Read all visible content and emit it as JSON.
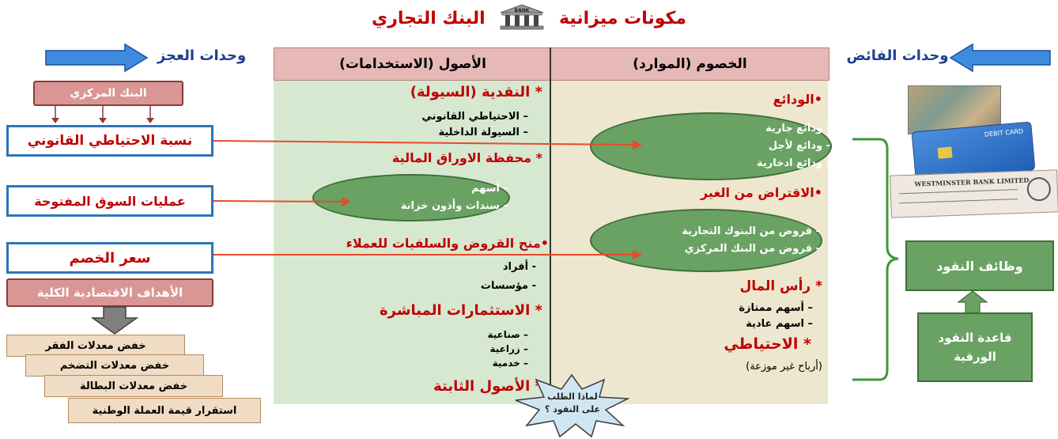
{
  "title": {
    "part1": "مكونات ميزانية",
    "part2": "البنك التجاري",
    "bank_icon_label": "BANK"
  },
  "left_units": "وحدات العجز",
  "right_units": "وحدات الفائض",
  "headers": {
    "assets": "الأصول (الاستخدامات)",
    "liabilities": "الخصوم (الموارد)"
  },
  "assets": {
    "cash": "* النقدية (السيولة)",
    "cash_items": [
      "– الاحتياطي القانوني",
      "– السيولة الداخلية"
    ],
    "portfolio": "* محفظة الاوراق المالية",
    "portfolio_items": [
      "– أسهم",
      "– سندات وأذون خزانة"
    ],
    "loans": "•منح القروض والسلفيات للعملاء",
    "loans_items": [
      "- أفراد",
      "- مؤسسات"
    ],
    "investments": "* الاستثمارات المباشرة",
    "investments_items": [
      "– صناعية",
      "– زراعية",
      "– خدمية"
    ],
    "fixed": "* الأصول الثابتة"
  },
  "liabilities": {
    "deposits": "•الودائع",
    "deposits_items": [
      "- ودائع جارية",
      "- ودائع لأجل",
      "- ودائع ادخارية"
    ],
    "borrowing": "•الاقتراض من الغير",
    "borrowing_items": [
      "– قروض من البنوك التجارية",
      "– قروض من البنك المركزي"
    ],
    "capital": "* رأس المال",
    "capital_items": [
      "– أسهم ممتازة",
      "– اسهم عادية"
    ],
    "reserve": "* الاحتياطي",
    "reserve_note": "(أرباح غير موزعة)"
  },
  "left_panel": {
    "central_bank": "البنك المركزي",
    "reserve_ratio": "نسبة الاحتياطي القانوني",
    "open_market": "عمليات السوق المفتوحة",
    "discount_rate": "سعر الخصم",
    "macro_goals": "الأهداف الاقتصادية الكلية",
    "goals": [
      "خفض معدلات الفقر",
      "خفض معدلات التضخم",
      "خفض معدلات البطالة",
      "استقرار قيمة العملة الوطنية"
    ]
  },
  "right_panel": {
    "money_functions": "وظائف النقود",
    "paper_money_base": "قاعدة النقود الورقية",
    "card_text": "DEBIT CARD",
    "cheque_text": "WESTMINSTER BANK LIMITED"
  },
  "burst": {
    "line1": "لماذا الطلب",
    "line2": "على النقود ؟"
  },
  "colors": {
    "red": "#c00000",
    "blue": "#1f3f8f",
    "green": "#6aa264",
    "pink": "#d99694"
  }
}
